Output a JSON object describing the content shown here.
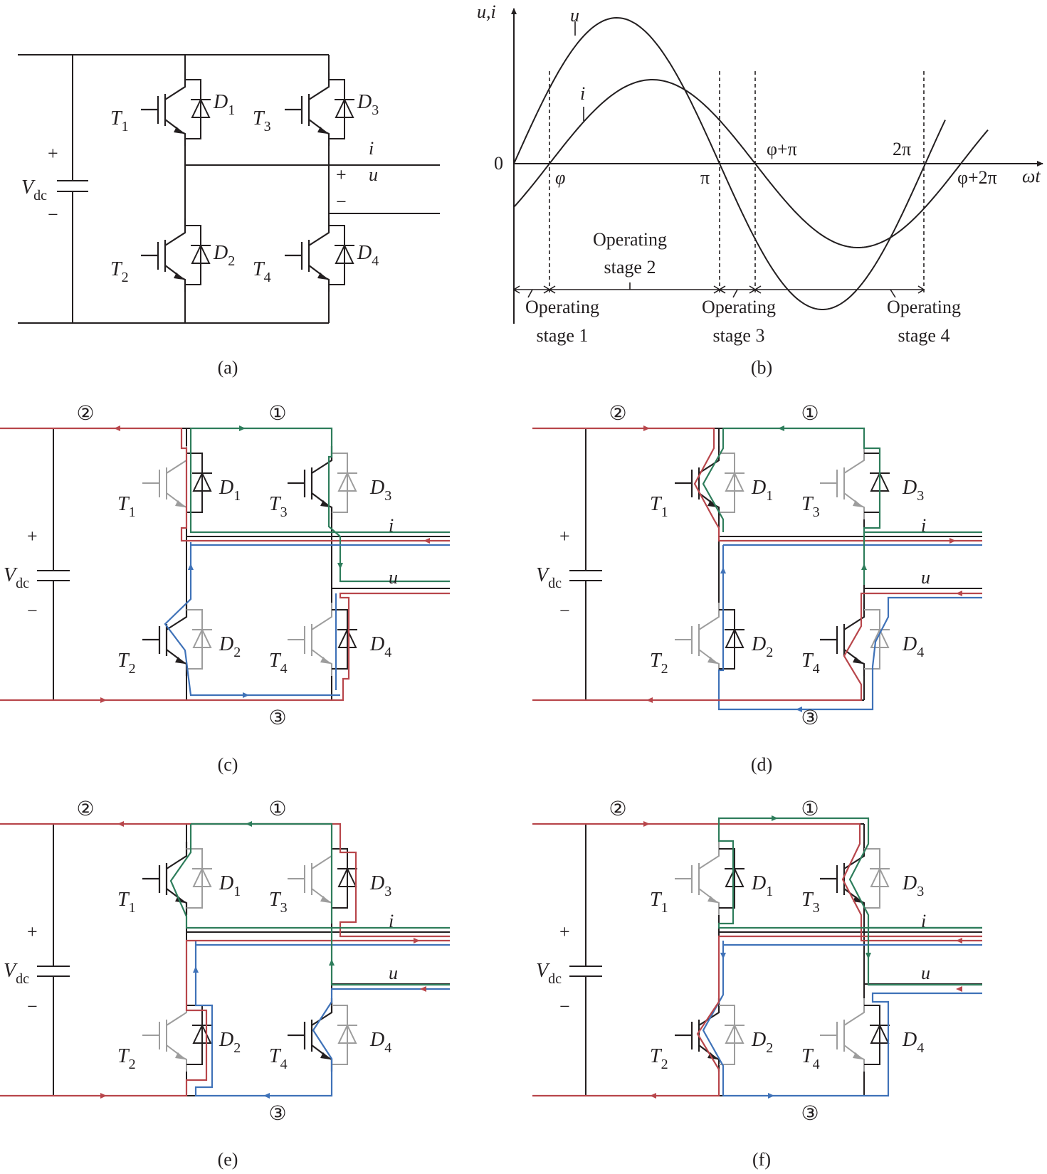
{
  "colors": {
    "wire": "#231f20",
    "gray": "#9d9d9d",
    "red": "#b8464b",
    "green": "#2e7d5b",
    "blue": "#3f72b8"
  },
  "panels": {
    "a": {
      "caption": "(a)",
      "vdc": "V",
      "vdc_sub": "dc",
      "plus": "+",
      "minus": "−",
      "i": "i",
      "u": "u",
      "out_plus": "+",
      "out_minus": "−"
    },
    "b": {
      "caption": "(b)",
      "yaxis": "u,i",
      "xaxis": "ωt",
      "zero": "0",
      "u_curve": "u",
      "i_curve": "i",
      "phi": "φ",
      "pi": "π",
      "phi_pi": "φ+π",
      "two_pi": "2π",
      "phi_2pi": "φ+2π",
      "stage1": [
        "Operating",
        "stage 1"
      ],
      "stage2": [
        "Operating",
        "stage 2"
      ],
      "stage3": [
        "Operating",
        "stage 3"
      ],
      "stage4": [
        "Operating",
        "stage 4"
      ]
    },
    "c": {
      "caption": "(c)"
    },
    "d": {
      "caption": "(d)"
    },
    "e": {
      "caption": "(e)"
    },
    "f": {
      "caption": "(f)"
    }
  },
  "devices": {
    "T1": [
      "T",
      "1"
    ],
    "T2": [
      "T",
      "2"
    ],
    "T3": [
      "T",
      "3"
    ],
    "T4": [
      "T",
      "4"
    ],
    "D1": [
      "D",
      "1"
    ],
    "D2": [
      "D",
      "2"
    ],
    "D3": [
      "D",
      "3"
    ],
    "D4": [
      "D",
      "4"
    ]
  },
  "loops": {
    "loop1": "①",
    "loop2": "②",
    "loop3": "③"
  },
  "labels": {
    "vdc": "V",
    "vdc_sub": "dc",
    "plus": "+",
    "minus": "−",
    "i": "i",
    "u": "u"
  }
}
